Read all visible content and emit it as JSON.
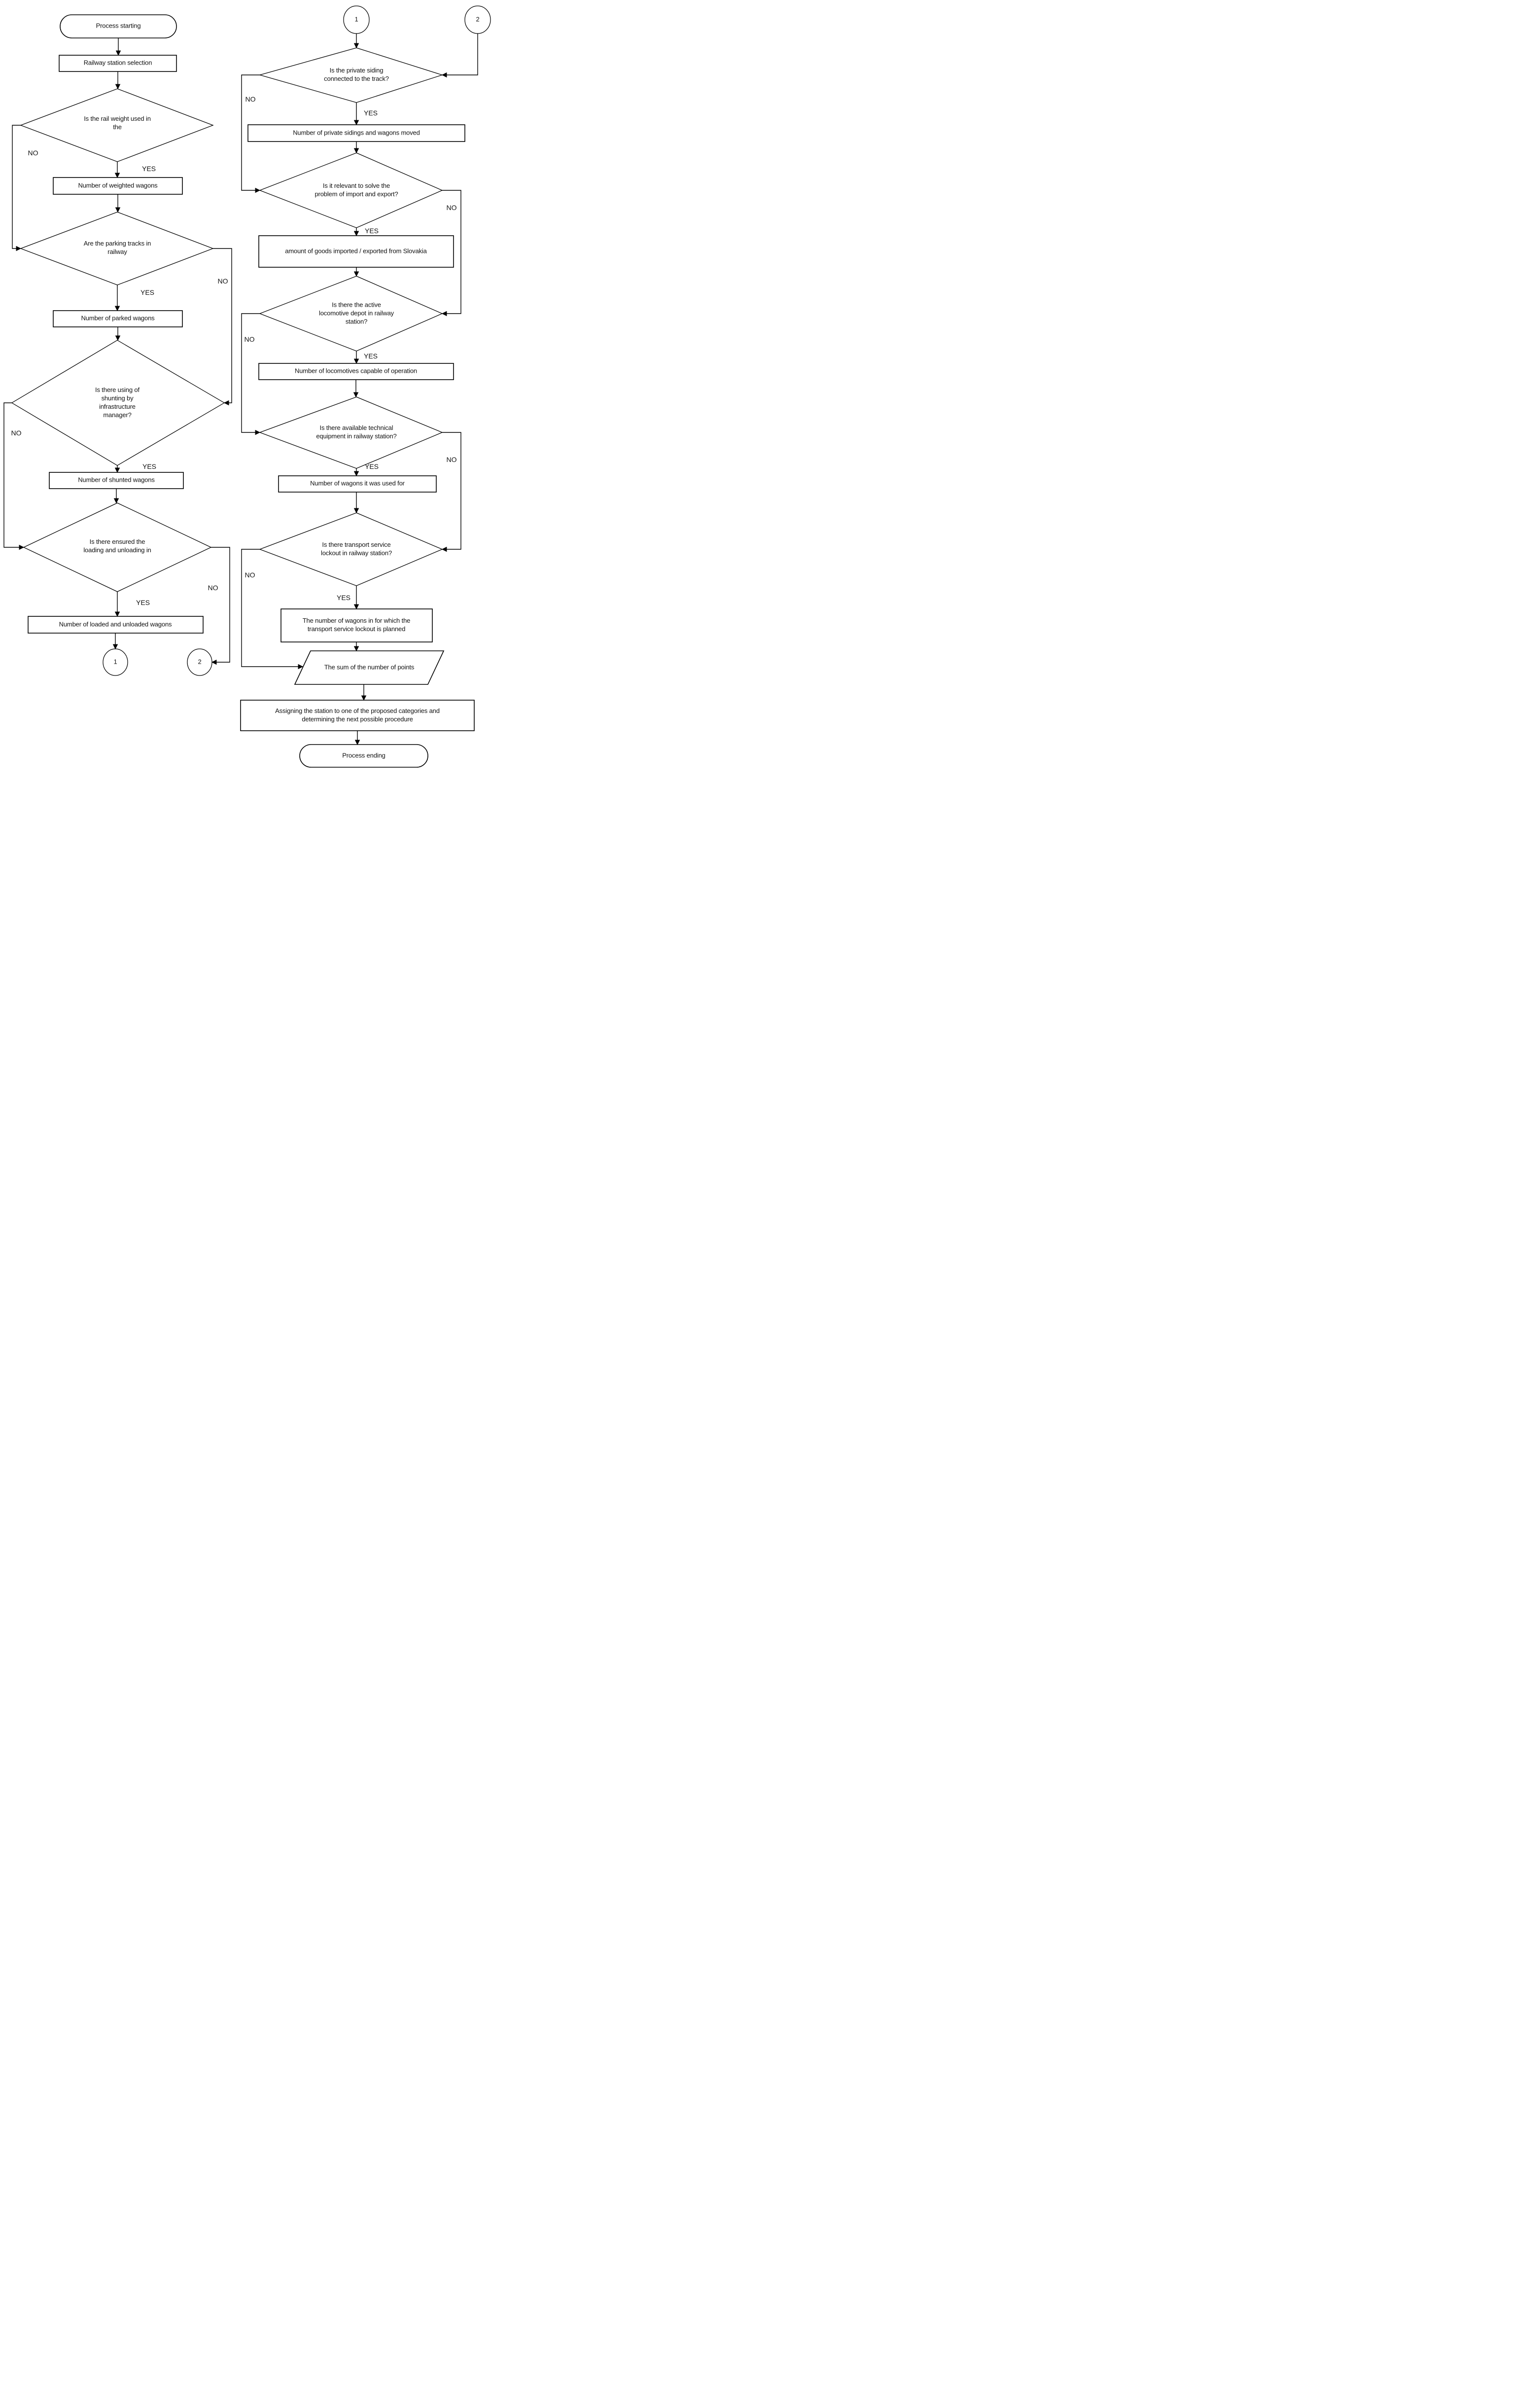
{
  "colors": {
    "stroke": "#000000",
    "text": "#111111",
    "background": "#ffffff"
  },
  "nodes": {
    "start": {
      "label": "Process starting"
    },
    "station_selection": {
      "label": "Railway station selection"
    },
    "d_rail_weight": {
      "label": "Is the rail weight used in the",
      "yes": "YES",
      "no": "NO"
    },
    "weighted_wagons": {
      "label": "Number of weighted wagons"
    },
    "d_parking_tracks": {
      "label": "Are the parking tracks in railway",
      "yes": "YES",
      "no": "NO"
    },
    "parked_wagons": {
      "label": "Number of parked wagons"
    },
    "d_shunting": {
      "label": "Is there using of shunting by infrastructure manager?",
      "yes": "YES",
      "no": "NO"
    },
    "shunted_wagons": {
      "label": "Number of shunted wagons"
    },
    "d_loading": {
      "label": "Is there ensured the loading and unloading in",
      "yes": "YES",
      "no": "NO"
    },
    "loaded_wagons": {
      "label": "Number of loaded and unloaded wagons"
    },
    "connector_1_bottom": {
      "label": "1"
    },
    "connector_2_bottom": {
      "label": "2"
    },
    "connector_1_top": {
      "label": "1"
    },
    "connector_2_top": {
      "label": "2"
    },
    "d_private_siding": {
      "label": "Is the private siding connected to the track?",
      "yes": "YES",
      "no": "NO"
    },
    "private_sidings": {
      "label": "Number of private sidings and wagons moved"
    },
    "d_import_export": {
      "label": "Is it relevant to solve the problem of import and export?",
      "yes": "YES",
      "no": "NO"
    },
    "goods_amount": {
      "label": "amount of goods imported / exported from Slovakia"
    },
    "d_loco_depot": {
      "label": "Is there the active locomotive depot in railway station?",
      "yes": "YES",
      "no": "NO"
    },
    "locomotives": {
      "label": "Number of locomotives capable of operation"
    },
    "d_tech_equipment": {
      "label": "Is there available technical equipment in railway station?",
      "yes": "YES",
      "no": "NO"
    },
    "wagons_used": {
      "label": "Number of wagons it was used for"
    },
    "d_lockout": {
      "label": "Is there transport service lockout in railway station?",
      "yes": "YES",
      "no": "NO"
    },
    "lockout_wagons": {
      "label": "The number of wagons in for which the transport service lockout is planned"
    },
    "sum_points": {
      "label": "The sum of the number of points"
    },
    "assigning": {
      "label": "Assigning the station to one of the proposed categories and determining the next possible procedure"
    },
    "end": {
      "label": "Process ending"
    }
  }
}
